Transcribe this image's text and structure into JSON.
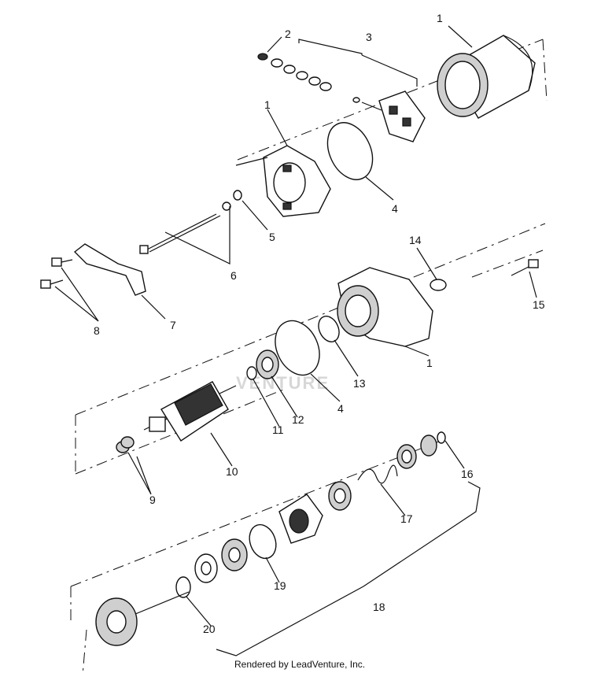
{
  "labels": {
    "n1a": "1",
    "n2": "2",
    "n3": "3",
    "n1b": "1",
    "n4a": "4",
    "n5": "5",
    "n6": "6",
    "n7": "7",
    "n8": "8",
    "n14": "14",
    "n15": "15",
    "n1c": "1",
    "n13": "13",
    "n4b": "4",
    "n12": "12",
    "n11": "11",
    "n10": "10",
    "n9": "9",
    "n16": "16",
    "n17": "17",
    "n19": "19",
    "n18": "18",
    "n20": "20"
  },
  "watermark": "VENTURE",
  "credit": "Rendered by LeadVenture, Inc."
}
